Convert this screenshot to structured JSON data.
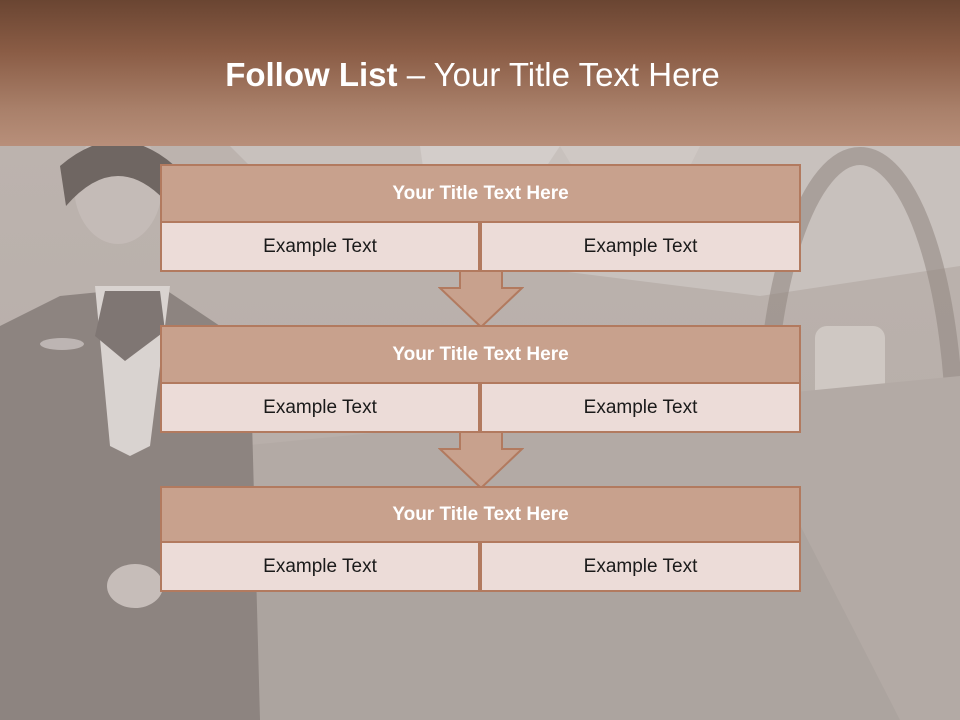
{
  "header": {
    "title_bold": "Follow List",
    "title_rest": " – Your Title Text Here"
  },
  "rows": [
    {
      "title": "Your Title Text Here",
      "left": "Example Text",
      "right": "Example Text"
    },
    {
      "title": "Your Title Text Here",
      "left": "Example Text",
      "right": "Example Text"
    },
    {
      "title": "Your Title Text Here",
      "left": "Example Text",
      "right": "Example Text"
    }
  ],
  "colors": {
    "header_dark": "#6a4532",
    "header_light": "#b88f7a",
    "box_title_fill": "#c8a18d",
    "box_cell_fill": "#ecdcd8",
    "box_border": "#b27a5f"
  },
  "background_photo": "flight-attendant-photo"
}
